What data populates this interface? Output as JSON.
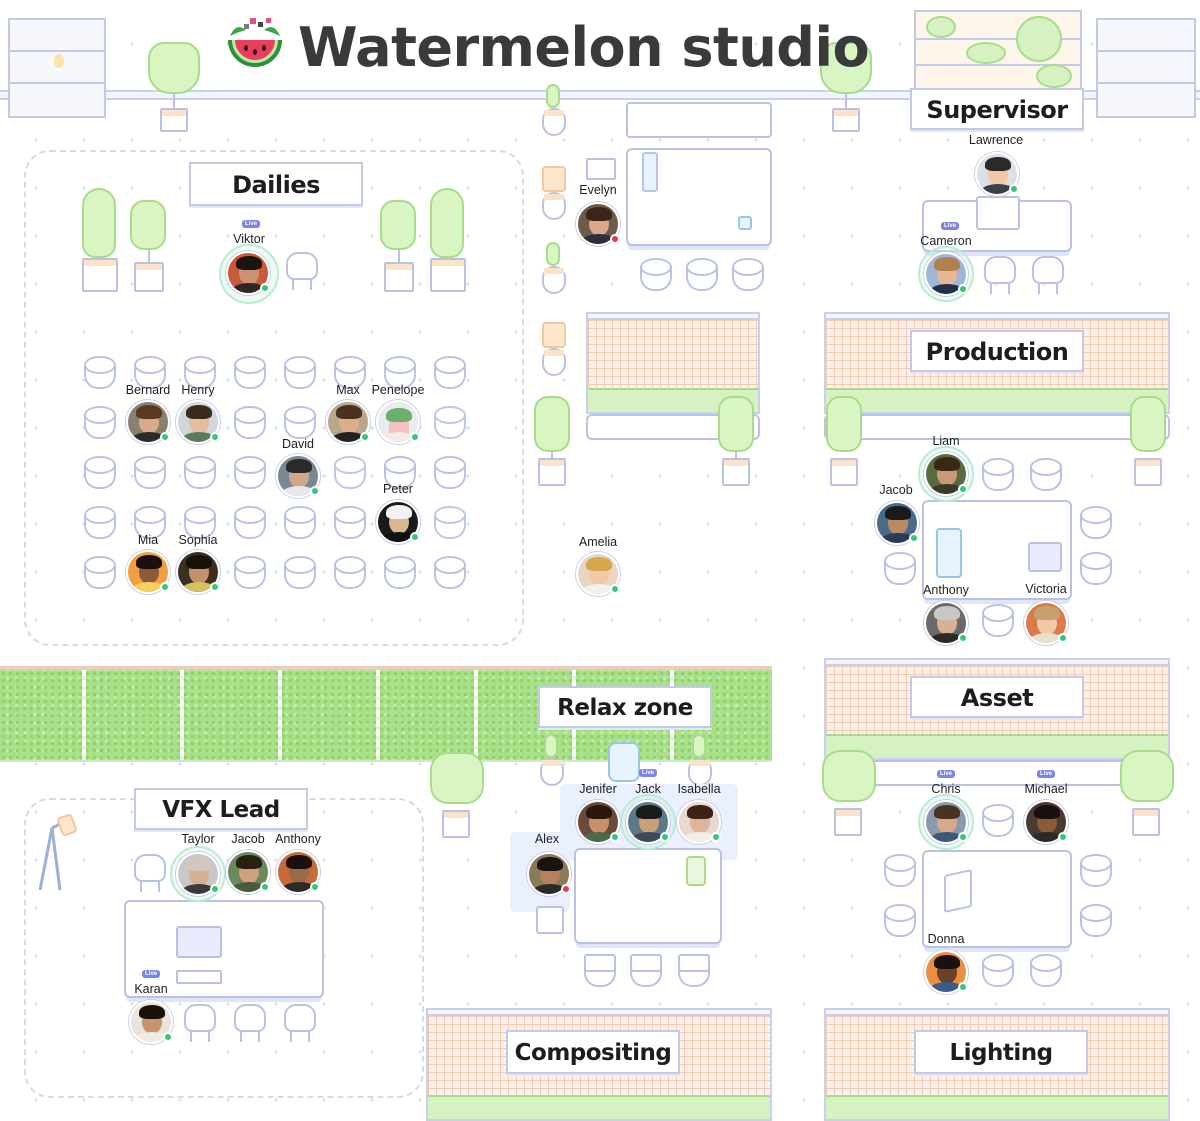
{
  "app": {
    "title": "Watermelon studio",
    "logo_icon": "watermelon-icon"
  },
  "colors": {
    "online": "#34c77b",
    "busy": "#e8384f",
    "live_badge": "#7b84e8",
    "room_border": "#c3cae8",
    "lawn": "#a9e08a"
  },
  "live_badge_label": "Live",
  "rooms": [
    {
      "id": "supervisor",
      "label": "Supervisor"
    },
    {
      "id": "dailies",
      "label": "Dailies"
    },
    {
      "id": "production",
      "label": "Production"
    },
    {
      "id": "relax",
      "label": "Relax zone"
    },
    {
      "id": "asset",
      "label": "Asset"
    },
    {
      "id": "vfx",
      "label": "VFX Lead"
    },
    {
      "id": "compositing",
      "label": "Compositing"
    },
    {
      "id": "lighting",
      "label": "Lighting"
    }
  ],
  "people": {
    "lawrence": {
      "name": "Lawrence",
      "status": "online"
    },
    "cameron": {
      "name": "Cameron",
      "status": "online",
      "live": true
    },
    "evelyn": {
      "name": "Evelyn",
      "status": "busy"
    },
    "viktor": {
      "name": "Viktor",
      "status": "online",
      "live": true
    },
    "bernard": {
      "name": "Bernard",
      "status": "online"
    },
    "henry": {
      "name": "Henry",
      "status": "online"
    },
    "max": {
      "name": "Max",
      "status": "online"
    },
    "penelope": {
      "name": "Penelope",
      "status": "online"
    },
    "david": {
      "name": "David",
      "status": "online"
    },
    "peter": {
      "name": "Peter",
      "status": "online"
    },
    "mia": {
      "name": "Mia",
      "status": "online"
    },
    "sophia": {
      "name": "Sophia",
      "status": "online"
    },
    "amelia": {
      "name": "Amelia",
      "status": "online"
    },
    "liam": {
      "name": "Liam",
      "status": "online"
    },
    "jacob_prod": {
      "name": "Jacob",
      "status": "online"
    },
    "anthony_prod": {
      "name": "Anthony",
      "status": "online"
    },
    "victoria": {
      "name": "Victoria",
      "status": "online"
    },
    "chris": {
      "name": "Chris",
      "status": "online",
      "live": true
    },
    "michael": {
      "name": "Michael",
      "status": "online",
      "live": true
    },
    "donna": {
      "name": "Donna",
      "status": "online"
    },
    "jenifer": {
      "name": "Jenifer",
      "status": "online"
    },
    "jack": {
      "name": "Jack",
      "status": "online",
      "live": true
    },
    "isabella": {
      "name": "Isabella",
      "status": "online"
    },
    "alex": {
      "name": "Alex",
      "status": "busy"
    },
    "taylor": {
      "name": "Taylor",
      "status": "online"
    },
    "jacob_vfx": {
      "name": "Jacob",
      "status": "online"
    },
    "anthony_vfx": {
      "name": "Anthony",
      "status": "online"
    },
    "karan": {
      "name": "Karan",
      "status": "online",
      "live": true
    }
  }
}
